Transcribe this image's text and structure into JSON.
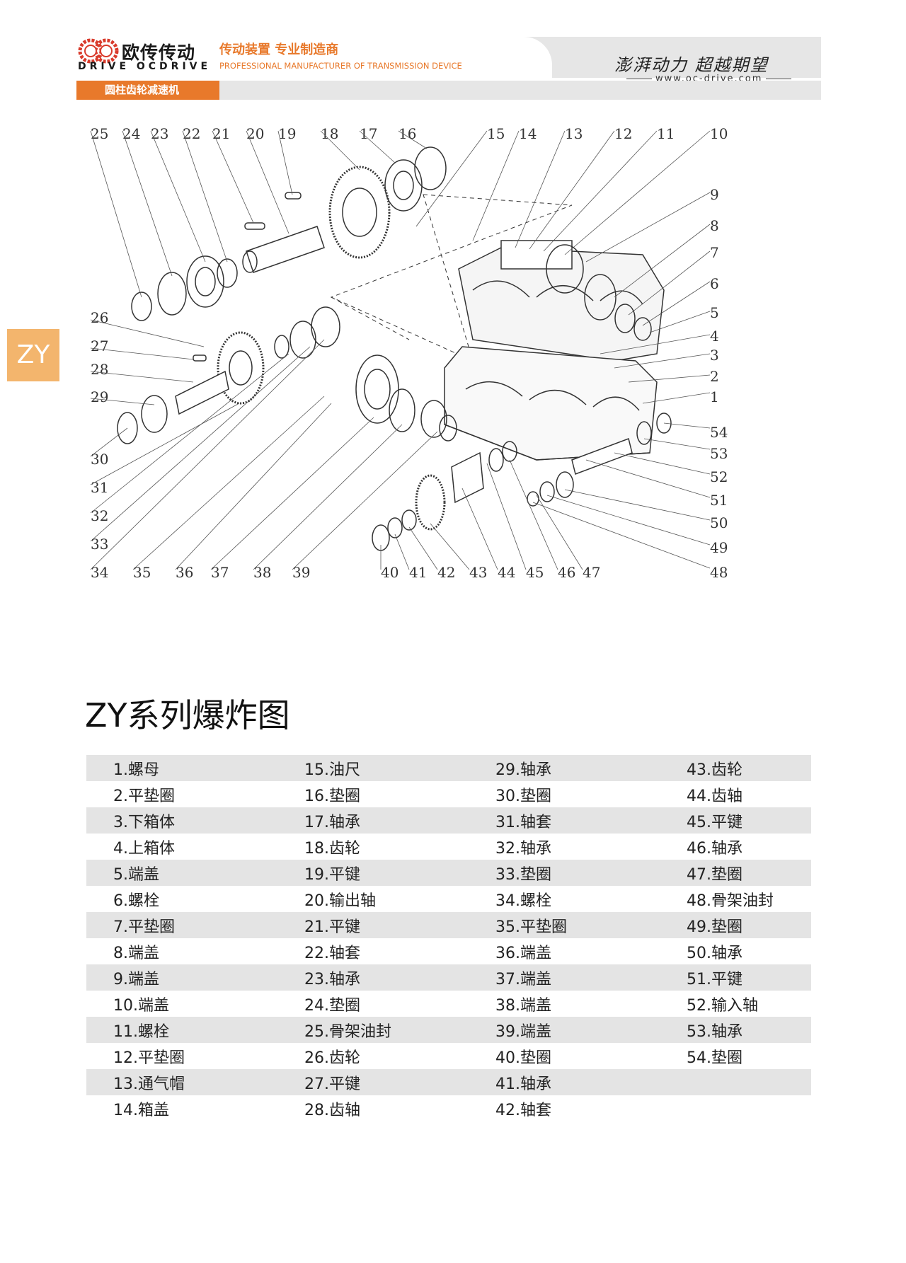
{
  "header": {
    "brand_cn": "欧传传动",
    "brand_en": "DRIVE OCDRIVE",
    "tagline_cn": "传动装置 专业制造商",
    "tagline_en": "PROFESSIONAL MANUFACTURER OF TRANSMISSION DEVICE",
    "slogan": "澎湃动力 超越期望",
    "website": "www.oc-drive.com",
    "category": "圆柱齿轮减速机",
    "accent_color": "#e8792b"
  },
  "side_tab": "ZY",
  "diagram": {
    "labels": [
      "1",
      "2",
      "3",
      "4",
      "5",
      "6",
      "7",
      "8",
      "9",
      "10",
      "11",
      "12",
      "13",
      "14",
      "15",
      "16",
      "17",
      "18",
      "19",
      "20",
      "21",
      "22",
      "23",
      "24",
      "25",
      "26",
      "27",
      "28",
      "29",
      "30",
      "31",
      "32",
      "33",
      "34",
      "35",
      "36",
      "37",
      "38",
      "39",
      "40",
      "41",
      "42",
      "43",
      "44",
      "45",
      "46",
      "47",
      "48",
      "49",
      "50",
      "51",
      "52",
      "53",
      "54"
    ]
  },
  "title": "ZY系列爆炸图",
  "parts": [
    [
      "1.螺母",
      "15.油尺",
      "29.轴承",
      "43.齿轮"
    ],
    [
      "2.平垫圈",
      "16.垫圈",
      "30.垫圈",
      "44.齿轴"
    ],
    [
      "3.下箱体",
      "17.轴承",
      "31.轴套",
      "45.平键"
    ],
    [
      "4.上箱体",
      "18.齿轮",
      "32.轴承",
      "46.轴承"
    ],
    [
      "5.端盖",
      "19.平键",
      "33.垫圈",
      "47.垫圈"
    ],
    [
      "6.螺栓",
      "20.输出轴",
      "34.螺栓",
      "48.骨架油封"
    ],
    [
      "7.平垫圈",
      "21.平键",
      "35.平垫圈",
      "49.垫圈"
    ],
    [
      "8.端盖",
      "22.轴套",
      "36.端盖",
      "50.轴承"
    ],
    [
      "9.端盖",
      "23.轴承",
      "37.端盖",
      "51.平键"
    ],
    [
      "10.端盖",
      "24.垫圈",
      "38.端盖",
      "52.输入轴"
    ],
    [
      "11.螺栓",
      "25.骨架油封",
      "39.端盖",
      "53.轴承"
    ],
    [
      "12.平垫圈",
      "26.齿轮",
      "40.垫圈",
      "54.垫圈"
    ],
    [
      "13.通气帽",
      "27.平键",
      "41.轴承",
      ""
    ],
    [
      "14.箱盖",
      "28.齿轴",
      "42.轴套",
      ""
    ]
  ]
}
